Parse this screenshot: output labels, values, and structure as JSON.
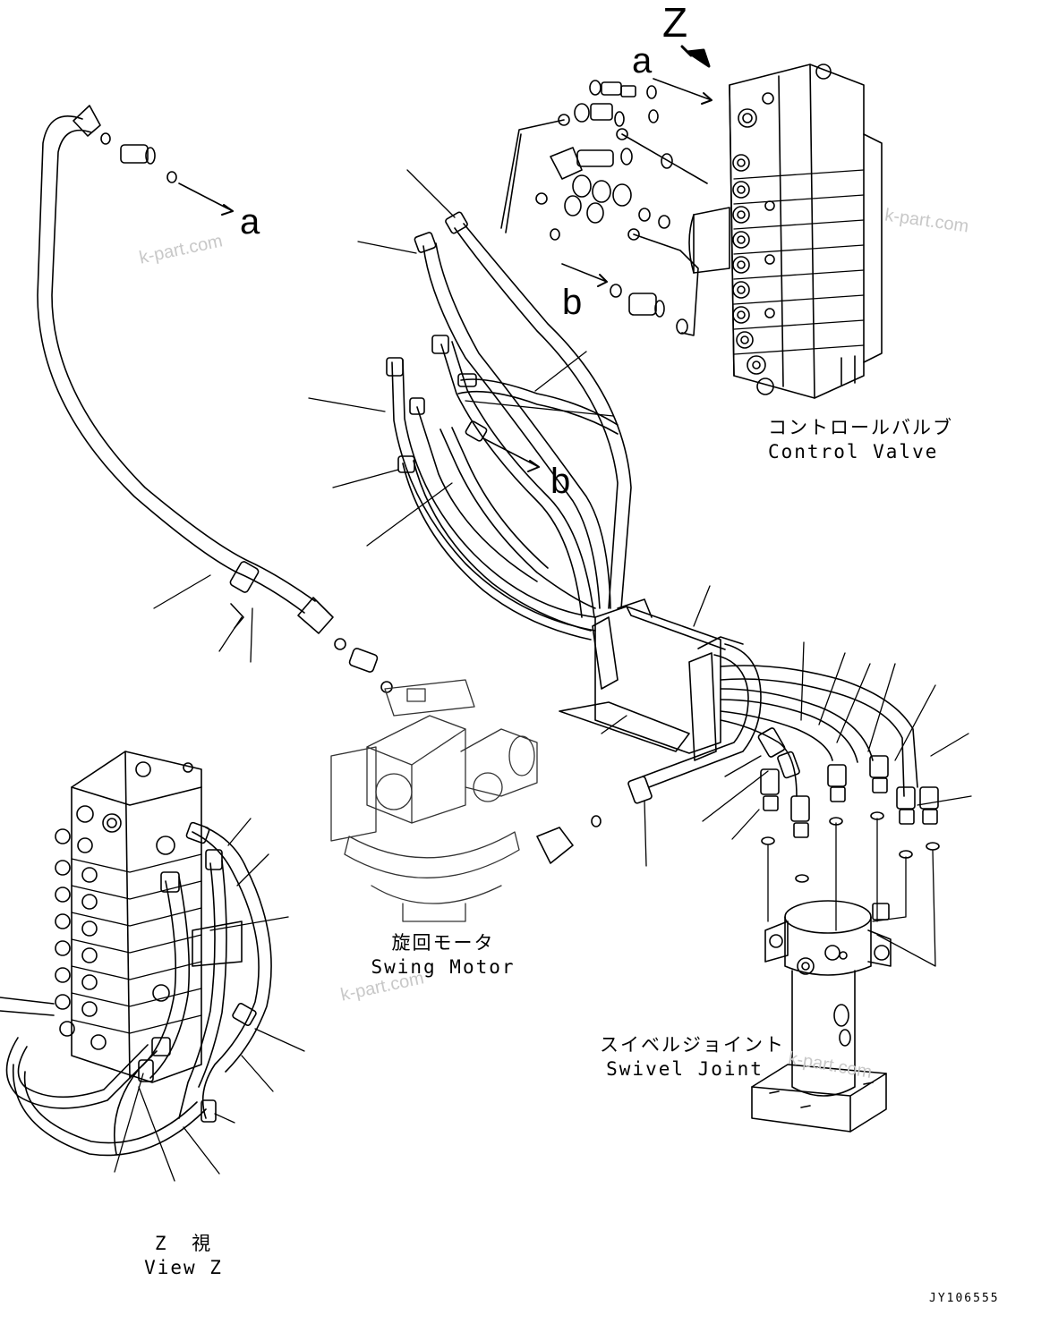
{
  "view_marker": "Z",
  "callouts": {
    "a_top": "a",
    "a_left": "a",
    "b_upper": "b",
    "b_lower": "b"
  },
  "components": {
    "control_valve": {
      "jp": "コントロールバルブ",
      "en": "Control Valve"
    },
    "swing_motor": {
      "jp": "旋回モータ",
      "en": "Swing Motor"
    },
    "swivel_joint": {
      "jp": "スイベルジョイント",
      "en": "Swivel Joint"
    },
    "view_z": {
      "jp": "Z 視",
      "en": "View Z"
    }
  },
  "watermark": "k-part.com",
  "drawing_code": "JY106555"
}
